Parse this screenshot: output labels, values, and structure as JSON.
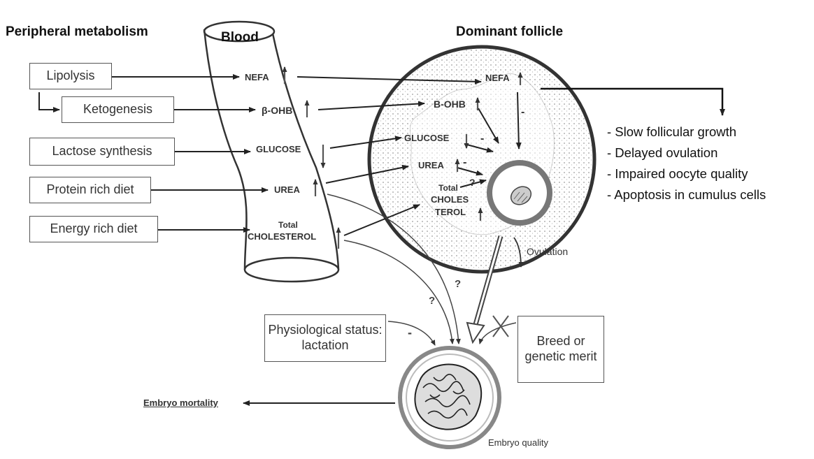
{
  "headings": {
    "peripheral": "Peripheral metabolism",
    "blood": "Blood",
    "follicle": "Dominant follicle"
  },
  "boxes": {
    "lipolysis": "Lipolysis",
    "ketogenesis": "Ketogenesis",
    "lactose": "Lactose synthesis",
    "protein": "Protein rich diet",
    "energy": "Energy rich diet",
    "physiological": "Physiological status: lactation",
    "breed": "Breed or genetic merit"
  },
  "blood_labels": {
    "nefa": "NEFA",
    "bohb": "β-OHB",
    "glucose": "GLUCOSE",
    "urea": "UREA",
    "total": "Total",
    "cholesterol": "CHOLESTEROL"
  },
  "follicle_labels": {
    "nefa": "NEFA",
    "bohb": "B-OHB",
    "glucose": "GLUCOSE",
    "urea": "UREA",
    "total": "Total",
    "choles": "CHOLES",
    "terol": "TEROL",
    "minus": "-",
    "question": "?"
  },
  "outcomes": [
    "- Slow follicular growth",
    "- Delayed ovulation",
    "- Impaired oocyte quality",
    "- Apoptosis in cumulus cells"
  ],
  "misc": {
    "ovulation": "Ovulation",
    "embryo_mortality": "Embryo mortality",
    "embryo_quality": "Embryo quality",
    "question": "?",
    "minus": "-"
  }
}
